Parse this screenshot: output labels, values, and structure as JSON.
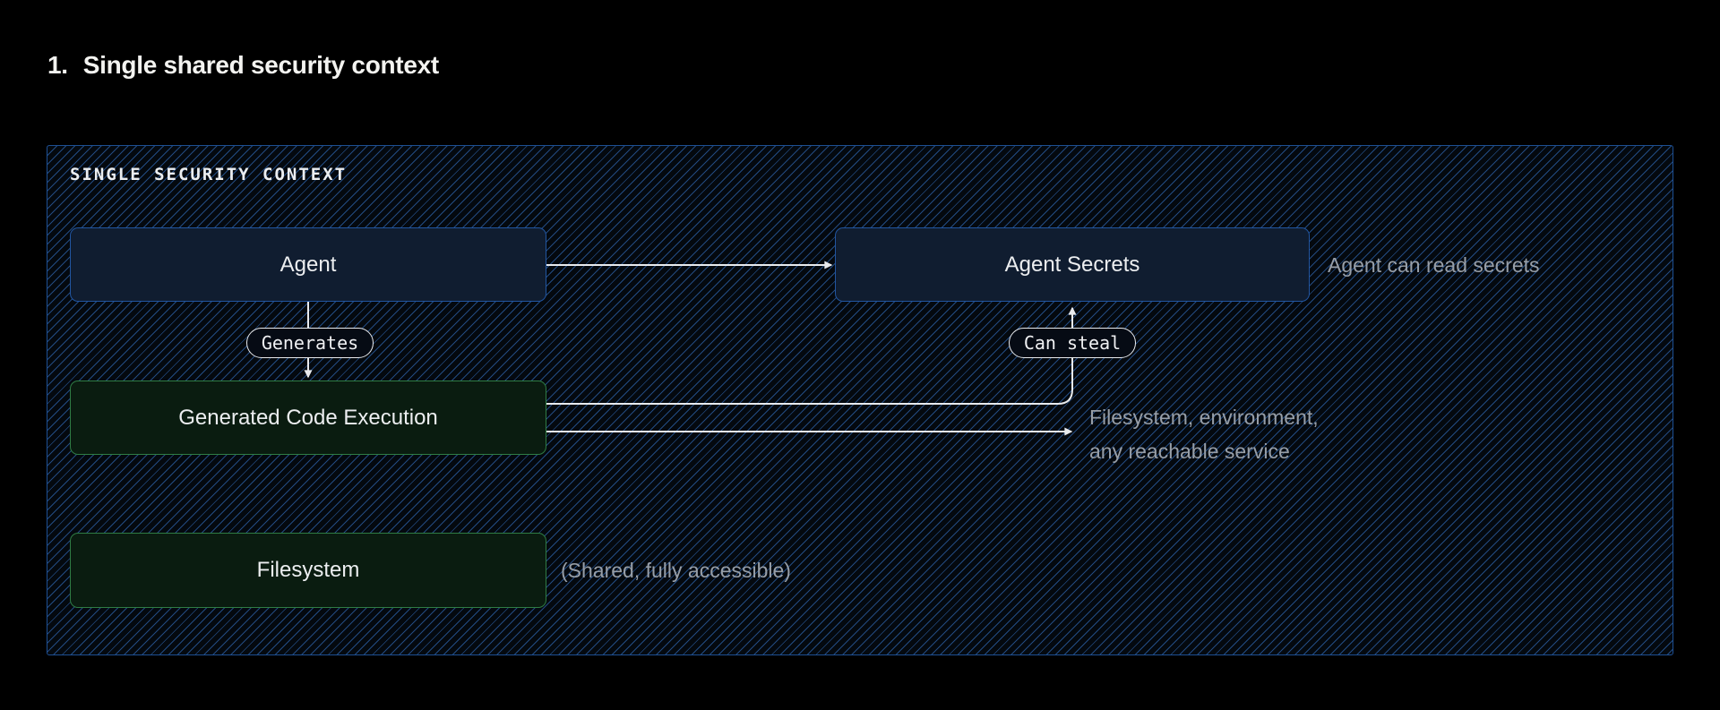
{
  "title": {
    "number": "1.",
    "text": "Single shared security context"
  },
  "frame": {
    "label": "SINGLE SECURITY CONTEXT"
  },
  "nodes": {
    "agent": "Agent",
    "agent_secrets": "Agent Secrets",
    "generated_code_execution": "Generated Code Execution",
    "filesystem": "Filesystem"
  },
  "edge_labels": {
    "generates": "Generates",
    "can_steal": "Can steal"
  },
  "annotations": {
    "agent_can_read_secrets": "Agent can read secrets",
    "reachable_line1": "Filesystem, environment,",
    "reachable_line2": "any reachable service",
    "shared_fully_accessible": "(Shared, fully accessible)"
  },
  "colors": {
    "page_bg": "#000000",
    "frame_border": "#1d4f93",
    "frame_bg": "#04090f",
    "hatch_line": "#224a80",
    "node_blue_bg": "#101d30",
    "node_blue_border": "#2155a0",
    "node_green_bg": "#0a1c10",
    "node_green_border": "#2f7c44",
    "pill_bg": "#060b14",
    "pill_border": "#e8eaed",
    "arrow": "#e8eaed",
    "text_primary": "#eceef0",
    "text_muted": "#979ea7"
  }
}
